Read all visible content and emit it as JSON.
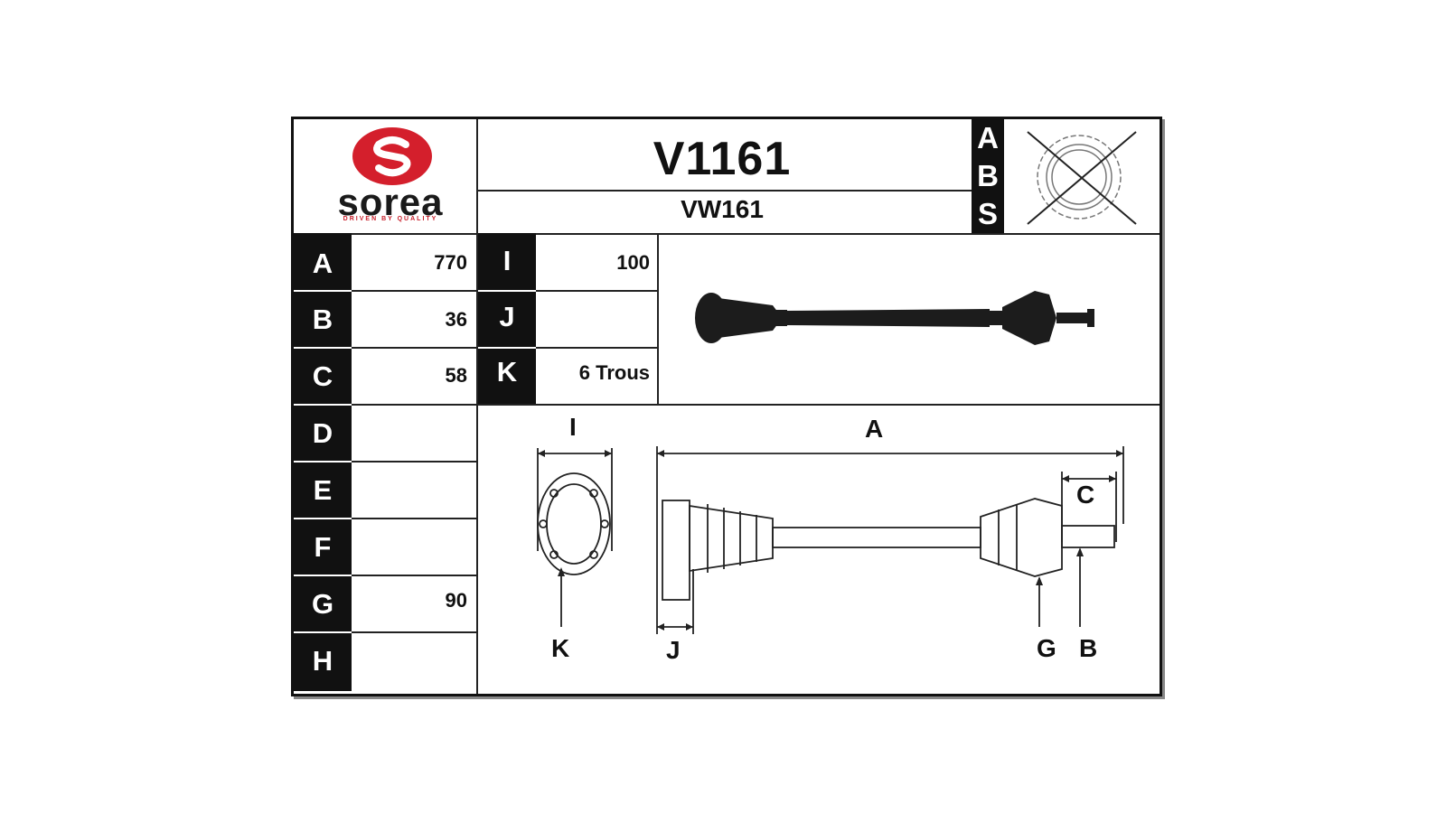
{
  "brand": {
    "name": "sorea",
    "tagline": "DRIVEN BY QUALITY",
    "color": "#d41f2c"
  },
  "part": {
    "code": "V1161",
    "ref": "VW161"
  },
  "abs_letters": [
    "A",
    "B",
    "S"
  ],
  "dimensions_left": [
    {
      "label": "A",
      "value": "770"
    },
    {
      "label": "B",
      "value": "36"
    },
    {
      "label": "C",
      "value": "58"
    },
    {
      "label": "D",
      "value": ""
    },
    {
      "label": "E",
      "value": ""
    },
    {
      "label": "F",
      "value": ""
    },
    {
      "label": "G",
      "value": "90"
    },
    {
      "label": "H",
      "value": ""
    }
  ],
  "dimensions_mid": [
    {
      "label": "I",
      "value": "100"
    },
    {
      "label": "J",
      "value": ""
    },
    {
      "label": "K",
      "value": "6 Trous"
    }
  ],
  "diagram_labels": {
    "A": "A",
    "B": "B",
    "C": "C",
    "G": "G",
    "I": "I",
    "J": "J",
    "K": "K"
  }
}
